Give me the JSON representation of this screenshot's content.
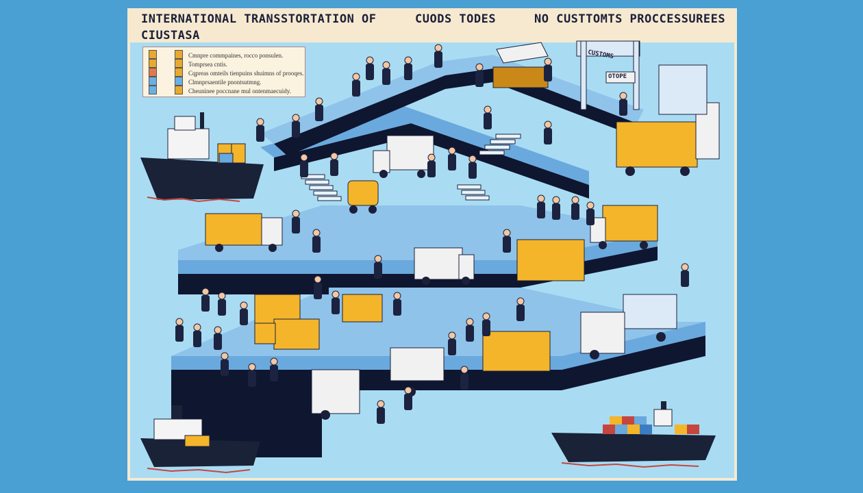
{
  "header": {
    "title_1": "INTERNATIONAL  TRANSSTORTATION  OF",
    "title_2": "CUODS TODES",
    "title_3": "NO CUSTTOMTS  PROCCESSUREES",
    "subtitle": "CIUSTASA"
  },
  "legend": {
    "items": [
      {
        "text": "Cmnpre commpaines, rocco ponsulen.",
        "colors": [
          "#e8a92f",
          "#e8a92f"
        ]
      },
      {
        "text": "Tomprsea cntis.",
        "colors": [
          "#e8a92f",
          "#e8a92f"
        ]
      },
      {
        "text": "Cqpreas omteils tienpuins shuimns of prooqes.",
        "colors": [
          "#e07a4c",
          "#e8a92f"
        ]
      },
      {
        "text": "Clmnprsaentile pnontsutmng.",
        "colors": [
          "#6bb0e3",
          "#6bb0e3"
        ]
      },
      {
        "text": "Cheuninee poccnane mul ontenmaecuidy.",
        "colors": [
          "#6bb0e3",
          "#e8a92f"
        ]
      }
    ]
  },
  "signs": {
    "customs_1": "CUSTOMS",
    "customs_2": "OTOPE"
  },
  "colors": {
    "background": "#4a9fd3",
    "poster": "#f6e9cf",
    "sky": "#a9dcf3",
    "path": "#6aa9dd",
    "path_wall": "#0f1630",
    "container": "#f4b52b",
    "container_dark": "#c98818",
    "truck": "#f1f1f1",
    "ship_hull": "#1a2238",
    "ship_red": "#c4463e"
  },
  "icons": [
    "ship-icon",
    "truck-icon",
    "container-icon",
    "person-icon",
    "forklift-icon",
    "stairs-icon",
    "market-stall-icon",
    "customs-gate-icon"
  ]
}
